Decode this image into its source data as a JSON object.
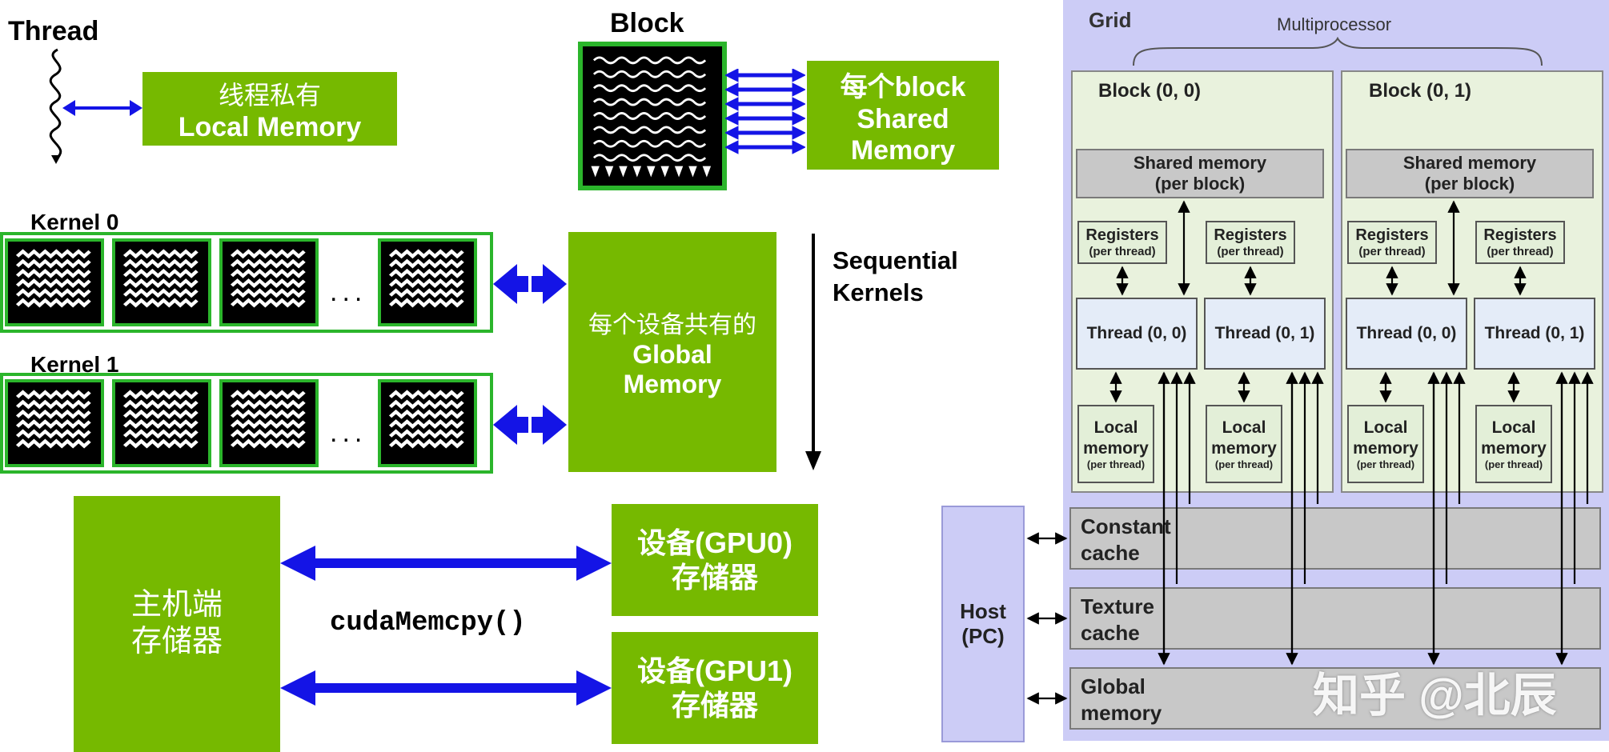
{
  "left": {
    "thread_label": "Thread",
    "local_memory": {
      "line1": "线程私有",
      "line2": "Local Memory"
    },
    "block_label": "Block",
    "shared_memory": {
      "line1": "每个block",
      "line2": "Shared",
      "line3": "Memory"
    },
    "kernel0_label": "Kernel 0",
    "kernel1_label": "Kernel 1",
    "ellipsis": "...",
    "global_memory": {
      "line1": "每个设备共有的",
      "line2": "Global",
      "line3": "Memory"
    },
    "sequential_kernels": "Sequential\nKernels",
    "host_memory": "主机端\n存储器",
    "device0_memory": "设备(GPU0)\n存储器",
    "device1_memory": "设备(GPU1)\n存储器",
    "memcpy_label": "cudaMemcpy()"
  },
  "right": {
    "grid_label": "Grid",
    "multiprocessor_label": "Multiprocessor",
    "blocks": [
      {
        "label": "Block (0, 0)",
        "shared": "Shared memory\n(per block)",
        "threads": [
          {
            "registers": "Registers",
            "registers_sub": "(per thread)",
            "thread": "Thread (0, 0)",
            "local": "Local\nmemory",
            "local_sub": "(per thread)"
          },
          {
            "registers": "Registers",
            "registers_sub": "(per thread)",
            "thread": "Thread (0, 1)",
            "local": "Local\nmemory",
            "local_sub": "(per thread)"
          }
        ]
      },
      {
        "label": "Block (0, 1)",
        "shared": "Shared memory\n(per block)",
        "threads": [
          {
            "registers": "Registers",
            "registers_sub": "(per thread)",
            "thread": "Thread (0, 0)",
            "local": "Local\nmemory",
            "local_sub": "(per thread)"
          },
          {
            "registers": "Registers",
            "registers_sub": "(per thread)",
            "thread": "Thread (0, 1)",
            "local": "Local\nmemory",
            "local_sub": "(per thread)"
          }
        ]
      }
    ],
    "host": "Host\n(PC)",
    "constant_cache": "Constant\ncache",
    "texture_cache": "Texture\ncache",
    "global_memory": "Global\nmemory"
  },
  "watermark": "知乎 @北辰",
  "colors": {
    "green": "#76b900",
    "arrow_blue": "#1414e6",
    "grid_bg": "#ccccf6",
    "border_green": "#2bb52b"
  }
}
